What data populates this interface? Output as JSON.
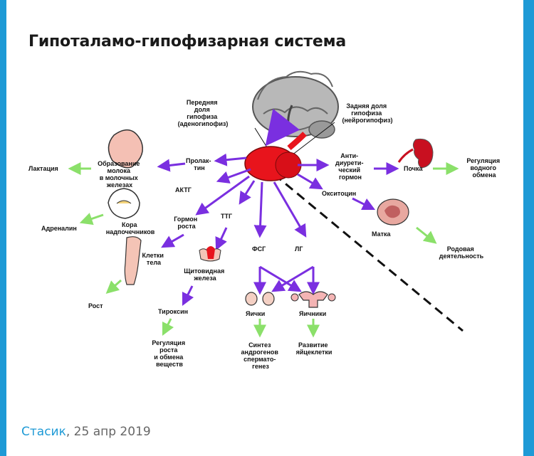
{
  "slide": {
    "title": "Гипоталамо-гипофизарная система"
  },
  "footer": {
    "author": "Стасик",
    "separator": ", ",
    "date": "25 апр 2019"
  },
  "diagram": {
    "labels": {
      "anterior_1": "Передняя",
      "anterior_2": "доля",
      "anterior_3": "гипофиза",
      "anterior_4": "(аденогипофиз)",
      "posterior_1": "Задняя доля",
      "posterior_2": "гипофиза",
      "posterior_3": "(нейрогипофиз)",
      "lactation": "Лактация",
      "milk_1": "Образование",
      "milk_2": "молока",
      "milk_3": "в молочных",
      "milk_4": "железах",
      "prolactin_1": "Пролак-",
      "prolactin_2": "тин",
      "actg": "АКТГ",
      "adrenalin": "Адреналин",
      "cortex_1": "Кора",
      "cortex_2": "надпочечников",
      "gh_1": "Гормон",
      "gh_2": "роста",
      "ttg": "ТТГ",
      "cells_1": "Клетки",
      "cells_2": "тела",
      "growth": "Рост",
      "thyroid_1": "Щитовидная",
      "thyroid_2": "железа",
      "thyroxine": "Тироксин",
      "metab_1": "Регуляция",
      "metab_2": "роста",
      "metab_3": "и обмена",
      "metab_4": "веществ",
      "fsh": "ФСГ",
      "lh": "ЛГ",
      "testes": "Яички",
      "ovaries": "Яичники",
      "synth_1": "Синтез",
      "synth_2": "андрогенов",
      "synth_3": "спермато-",
      "synth_4": "генез",
      "egg_1": "Развитие",
      "egg_2": "яйцеклетки",
      "adh_1": "Анти-",
      "adh_2": "диурети-",
      "adh_3": "ческий",
      "adh_4": "гормон",
      "kidney": "Почка",
      "water_1": "Регуляция",
      "water_2": "водного",
      "water_3": "обмена",
      "oxytocin": "Окситоцин",
      "uterus": "Матка",
      "labor_1": "Родовая",
      "labor_2": "деятельность"
    },
    "colors": {
      "hormone_arrow": "#7a2fe0",
      "effect_arrow": "#8be06a",
      "pituitary": "#e8141c",
      "brain": "#9a9a9a",
      "dashed_line": "#111111"
    }
  }
}
